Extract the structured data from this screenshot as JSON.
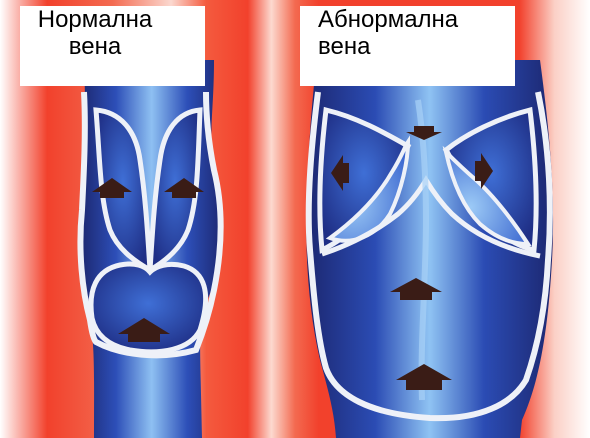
{
  "labels": {
    "normal": {
      "line1": "Нормална",
      "line2": "вена"
    },
    "abnormal": {
      "line1": "Абнормална",
      "line2": "вена"
    }
  },
  "colors": {
    "background_red": "#f2412c",
    "background_glow": "#ffffff",
    "vein_dark": "#1e2a7a",
    "vein_mid": "#2f57c4",
    "vein_light": "#7fb4ee",
    "valve_wall": "#eef1f8",
    "arrow": "#3a1c16"
  },
  "icons": {
    "flow_arrow": "up-arrow-icon"
  }
}
